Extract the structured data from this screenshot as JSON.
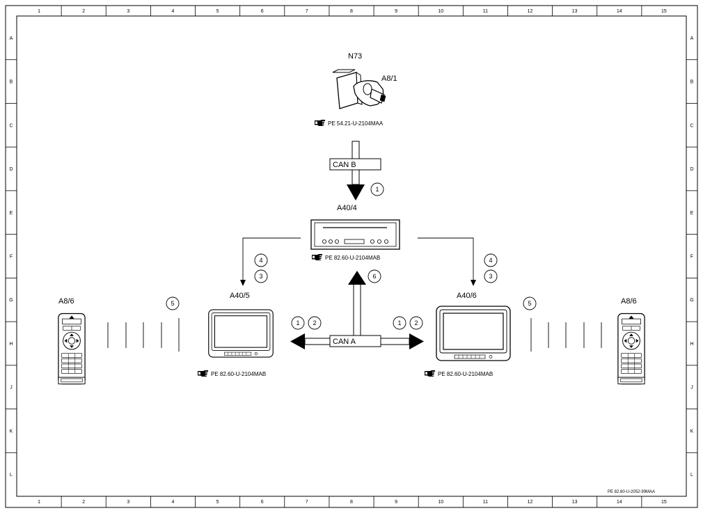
{
  "frame": {
    "columns": [
      "1",
      "2",
      "3",
      "4",
      "5",
      "6",
      "7",
      "8",
      "9",
      "10",
      "11",
      "12",
      "13",
      "14",
      "15"
    ],
    "rows": [
      "A",
      "B",
      "C",
      "D",
      "E",
      "F",
      "G",
      "H",
      "J",
      "K",
      "L"
    ]
  },
  "components": {
    "n73_label": "N73",
    "ignition_label": "A8/1",
    "ignition_ref": "PE 54.21-U-2104MAA",
    "dvd_label": "A40/4",
    "dvd_ref": "PE 82.60-U-2104MAB",
    "left_monitor_label": "A40/5",
    "left_monitor_ref": "PE 82.60-U-2104MAB",
    "right_monitor_label": "A40/6",
    "right_monitor_ref": "PE 82.60-U-2104MAB",
    "left_remote_label": "A8/6",
    "right_remote_label": "A8/6"
  },
  "buses": {
    "can_b": "CAN B",
    "can_a": "CAN A"
  },
  "callouts": {
    "can_b_in": "1",
    "left_link_top": "4",
    "left_link_bottom": "3",
    "right_link_top": "4",
    "right_link_bottom": "3",
    "can_a_up": "6",
    "left_ir": "5",
    "right_ir": "5",
    "can_a_left_1": "1",
    "can_a_left_2": "2",
    "can_a_right_1": "1",
    "can_a_right_2": "2"
  },
  "footer": {
    "doc_id": "PE 82.60-U-2052-99MAA"
  }
}
